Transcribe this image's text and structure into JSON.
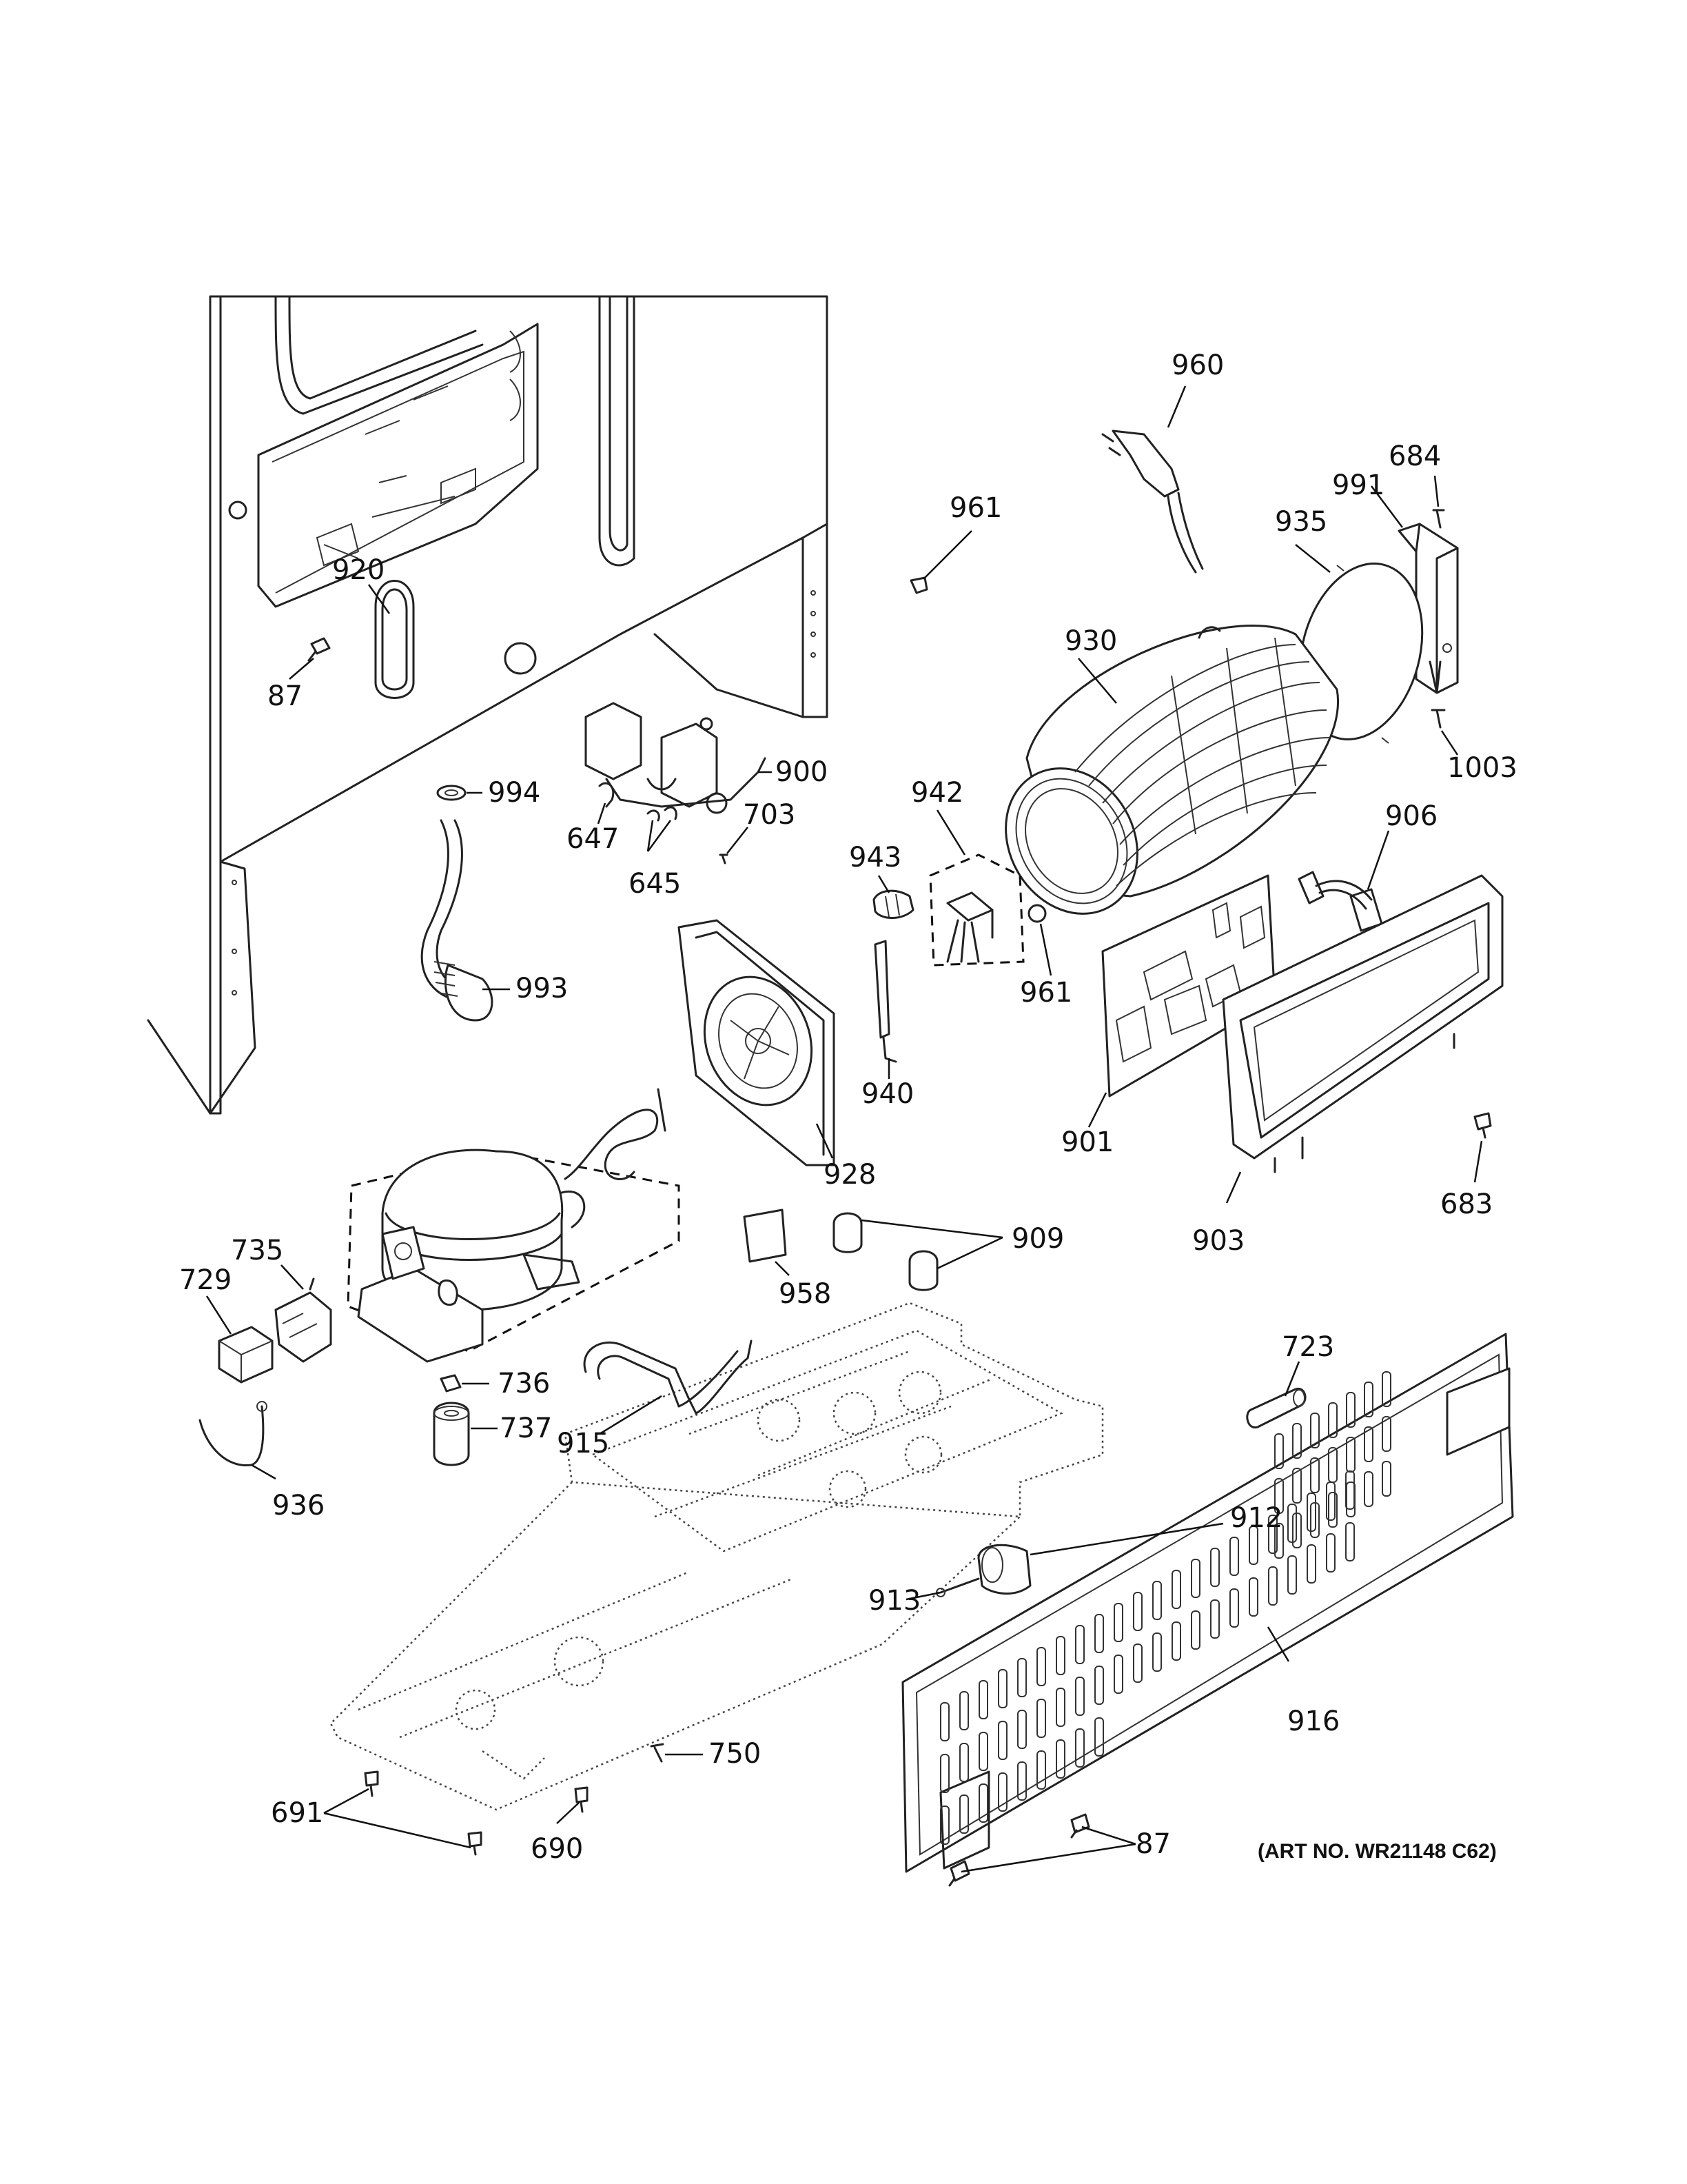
{
  "diagram": {
    "art_number": "(ART NO. WR21148 C62)",
    "callouts": [
      "960",
      "684",
      "991",
      "961",
      "935",
      "930",
      "87",
      "900",
      "1003",
      "994",
      "647",
      "703",
      "645",
      "942",
      "906",
      "943",
      "961",
      "993",
      "940",
      "920",
      "901",
      "928",
      "903",
      "683",
      "735",
      "909",
      "729",
      "958",
      "723",
      "736",
      "737",
      "915",
      "912",
      "936",
      "913",
      "916",
      "750",
      "691",
      "690",
      "87"
    ]
  }
}
